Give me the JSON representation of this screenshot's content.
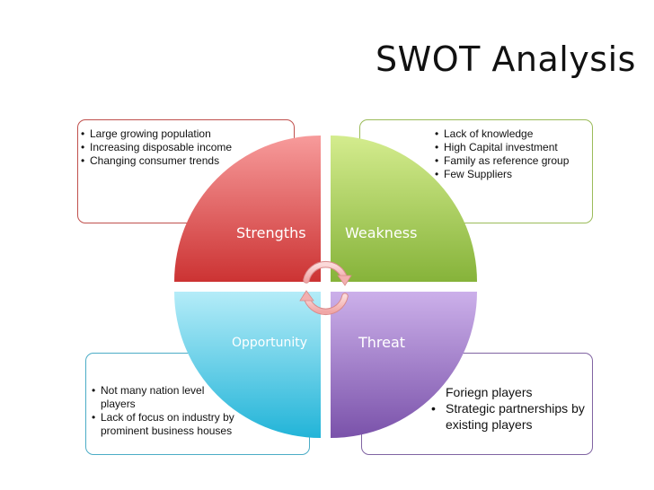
{
  "title": "SWOT Analysis",
  "quadrants": {
    "strengths": {
      "label": "Strengths",
      "color": "#e05a5a",
      "items": [
        "Large growing population",
        "Increasing disposable income",
        "Changing consumer trends"
      ]
    },
    "weakness": {
      "label": "Weakness",
      "color": "#9bc446",
      "items": [
        "Lack of knowledge",
        "High Capital investment",
        "Family as reference group",
        "Few Suppliers"
      ]
    },
    "opportunity": {
      "label": "Opportunity",
      "color": "#4fc3e0",
      "items": [
        "Not many nation level players",
        "Lack of focus on industry by prominent business houses"
      ]
    },
    "threat": {
      "label": "Threat",
      "color": "#8b67b8",
      "items": [
        "Foriegn players",
        "Strategic partnerships by existing players"
      ]
    }
  },
  "center_icon": "cycle-arrows-icon"
}
